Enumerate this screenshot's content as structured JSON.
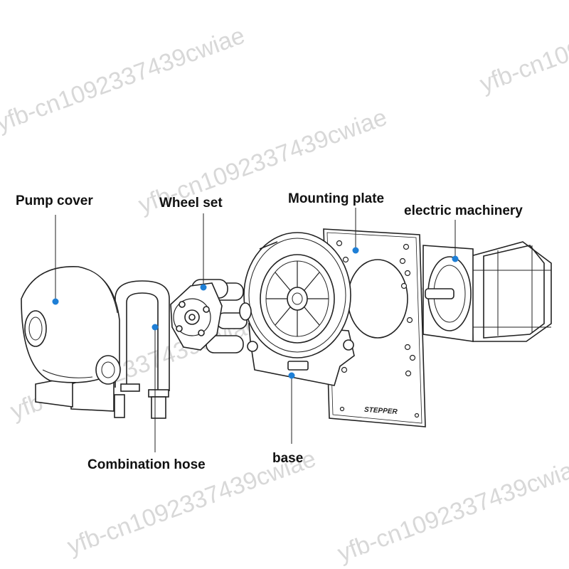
{
  "labels": {
    "pump_cover": "Pump cover",
    "wheel_set": "Wheel set",
    "mounting_plate": "Mounting plate",
    "electric_machinery": "electric machinery",
    "combination_hose": "Combination hose",
    "base": "base"
  },
  "watermark": "yfb-cn1092337439cwiae",
  "plate_marking": "STEPPER",
  "colors": {
    "leader_dot": "#1e7fd6",
    "line": "#222222",
    "watermark": "#d8d8d8",
    "label": "#111111"
  }
}
